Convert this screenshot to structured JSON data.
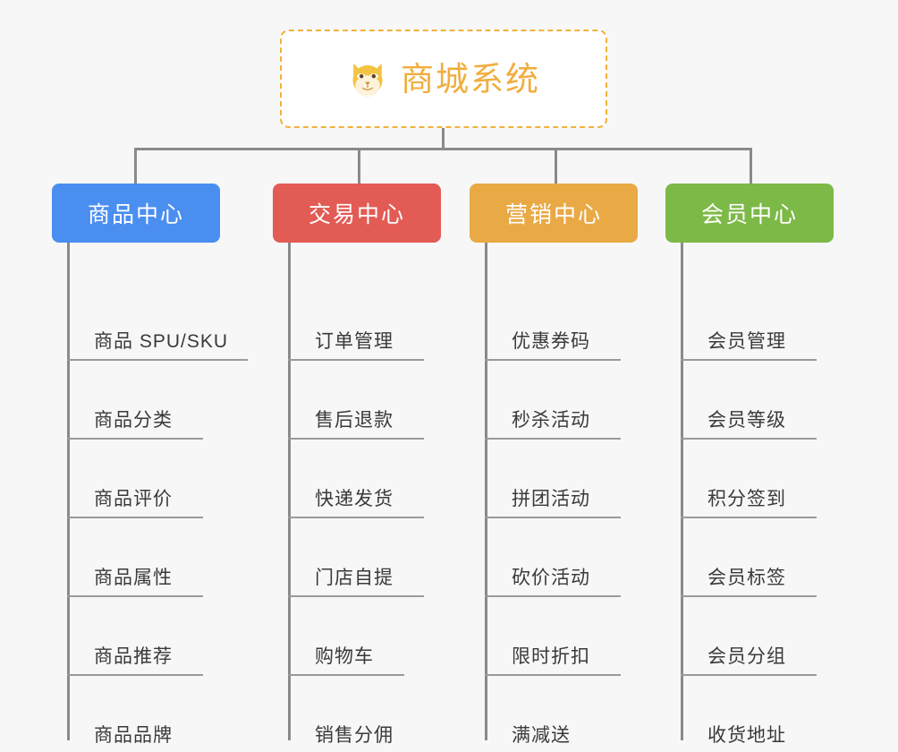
{
  "page": {
    "background_color": "#f7f7f7",
    "line_color": "#8a8a8a"
  },
  "root": {
    "title": "商城系统",
    "icon": "shiba-dog-face-icon",
    "text_color": "#f0ad3e",
    "border_color": "#f0b23c",
    "background_color": "#ffffff"
  },
  "columns": [
    {
      "header": "商品中心",
      "color": "#4a8ef0",
      "items": [
        {
          "label": "商品 SPU/SKU",
          "underline_width": 202
        },
        {
          "label": "商品分类",
          "underline_width": 152
        },
        {
          "label": "商品评价",
          "underline_width": 152
        },
        {
          "label": "商品属性",
          "underline_width": 152
        },
        {
          "label": "商品推荐",
          "underline_width": 152
        },
        {
          "label": "商品品牌",
          "underline_width": 152
        }
      ]
    },
    {
      "header": "交易中心",
      "color": "#e35b55",
      "items": [
        {
          "label": "订单管理",
          "underline_width": 152
        },
        {
          "label": "售后退款",
          "underline_width": 152
        },
        {
          "label": "快递发货",
          "underline_width": 152
        },
        {
          "label": "门店自提",
          "underline_width": 152
        },
        {
          "label": "购物车",
          "underline_width": 130
        },
        {
          "label": "销售分佣",
          "underline_width": 152
        }
      ]
    },
    {
      "header": "营销中心",
      "color": "#e9a945",
      "items": [
        {
          "label": "优惠券码",
          "underline_width": 152
        },
        {
          "label": "秒杀活动",
          "underline_width": 152
        },
        {
          "label": "拼团活动",
          "underline_width": 152
        },
        {
          "label": "砍价活动",
          "underline_width": 152
        },
        {
          "label": "限时折扣",
          "underline_width": 152
        },
        {
          "label": "满减送",
          "underline_width": 130
        }
      ]
    },
    {
      "header": "会员中心",
      "color": "#7cb947",
      "items": [
        {
          "label": "会员管理",
          "underline_width": 152
        },
        {
          "label": "会员等级",
          "underline_width": 152
        },
        {
          "label": "积分签到",
          "underline_width": 152
        },
        {
          "label": "会员标签",
          "underline_width": 152
        },
        {
          "label": "会员分组",
          "underline_width": 152
        },
        {
          "label": "收货地址",
          "underline_width": 152
        }
      ]
    }
  ]
}
